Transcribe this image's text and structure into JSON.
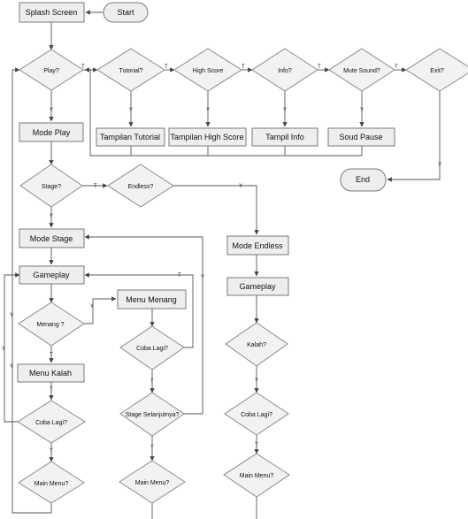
{
  "nodes": {
    "splash_screen": "Splash Screen",
    "start": "Start",
    "play": "Play?",
    "tutorial": "Tutorial?",
    "high_score": "High Score",
    "info": "Info?",
    "mute_sound": "Mute Sound?",
    "exit": "Exit?",
    "tampilan_tutorial": "Tampilan Tutorial",
    "tampilan_high_score": "Tampilan High Score",
    "tampil_info": "Tampil Info",
    "soud_pause": "Soud Pause",
    "end": "End",
    "mode_play": "Mode Play",
    "stage": "Stage?",
    "endless": "Endless?",
    "mode_stage": "Mode Stage",
    "mode_endless": "Mode Endless",
    "gameplay_stage": "Gameplay",
    "gameplay_endless": "Gameplay",
    "menang": "Menang ?",
    "menu_menang": "Menu Menang",
    "menu_kalah": "Menu Kalah",
    "coba_lagi_1": "Coba Lagi?",
    "coba_lagi_2": "Coba Lagi?",
    "coba_lagi_3": "Coba Lagi?",
    "stage_selanjutnya": "Stage Selanjutnya?",
    "kalah": "Kalah?",
    "main_menu_1": "Main Menu?",
    "main_menu_2": "Main Menu?",
    "main_menu_3": "Main Menu?"
  },
  "labels": {
    "yes": "Y",
    "no": "T"
  }
}
